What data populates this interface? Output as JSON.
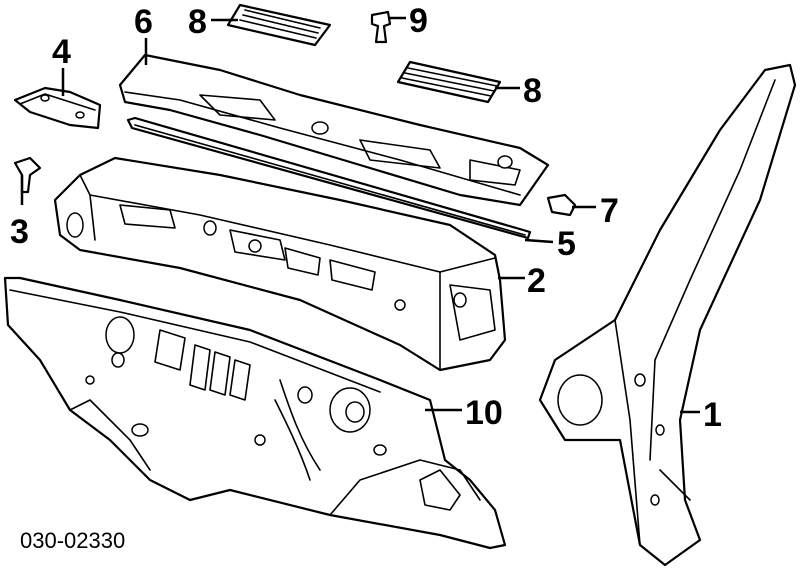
{
  "diagram_code": "030-02330",
  "callouts": [
    {
      "id": "1",
      "label": "1"
    },
    {
      "id": "2",
      "label": "2"
    },
    {
      "id": "3",
      "label": "3"
    },
    {
      "id": "4",
      "label": "4"
    },
    {
      "id": "5",
      "label": "5"
    },
    {
      "id": "6",
      "label": "6"
    },
    {
      "id": "7",
      "label": "7"
    },
    {
      "id": "8a",
      "label": "8"
    },
    {
      "id": "8b",
      "label": "8"
    },
    {
      "id": "9",
      "label": "9"
    },
    {
      "id": "10",
      "label": "10"
    }
  ]
}
